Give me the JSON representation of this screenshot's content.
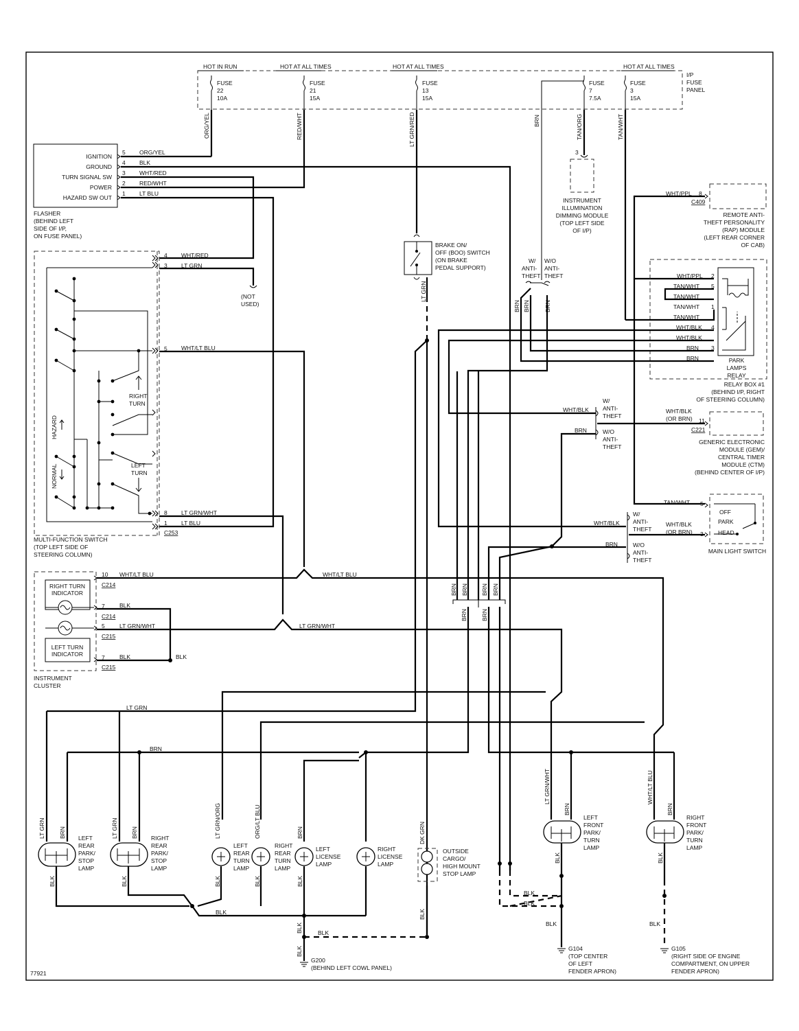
{
  "diagram_id": "77921",
  "fuse_panel": {
    "label": [
      "I/P",
      "FUSE",
      "PANEL"
    ],
    "feeds": [
      "HOT IN RUN",
      "HOT AT ALL TIMES",
      "HOT AT ALL TIMES",
      "HOT AT ALL TIMES"
    ],
    "fuses": [
      {
        "lines": [
          "FUSE",
          "22",
          "10A"
        ]
      },
      {
        "lines": [
          "FUSE",
          "21",
          "15A"
        ]
      },
      {
        "lines": [
          "FUSE",
          "13",
          "15A"
        ]
      },
      {
        "lines": [
          "FUSE",
          "7",
          "7.5A"
        ]
      },
      {
        "lines": [
          "FUSE",
          "3",
          "15A"
        ]
      }
    ]
  },
  "flasher": {
    "pins": [
      {
        "name": "IGNITION",
        "num": "5",
        "wire": "ORG/YEL"
      },
      {
        "name": "GROUND",
        "num": "4",
        "wire": "BLK"
      },
      {
        "name": "TURN SIGNAL SW",
        "num": "3",
        "wire": "WHT/RED"
      },
      {
        "name": "POWER",
        "num": "2",
        "wire": "RED/WHT"
      },
      {
        "name": "HAZARD SW OUT",
        "num": "1",
        "wire": "LT BLU"
      }
    ],
    "label": [
      "FLASHER",
      "(BEHIND LEFT",
      "SIDE OF I/P,",
      "ON FUSE PANEL)"
    ]
  },
  "multifunction": {
    "pins": [
      {
        "num": "4",
        "wire": "WHT/RED"
      },
      {
        "num": "3",
        "wire": "LT GRN"
      },
      {
        "num": "5",
        "wire": "WHT/LT BLU"
      },
      {
        "num": "8",
        "wire": "LT GRN/WHT"
      },
      {
        "num": "1",
        "wire": "LT BLU"
      }
    ],
    "connector": "C253",
    "labels": {
      "right_turn": [
        "RIGHT",
        "TURN"
      ],
      "left_turn": [
        "LEFT",
        "TURN"
      ],
      "hazard": "HAZARD",
      "normal": "NORMAL",
      "not_used": [
        "(NOT",
        "USED)"
      ]
    },
    "label": [
      "MULTI-FUNCTION SWITCH",
      "(TOP LEFT SIDE OF",
      "STEERING COLUMN)"
    ]
  },
  "vertical_wires": {
    "fuse22": "ORG/YEL",
    "fuse21": "RED/WHT",
    "fuse13": "LT GRN/RED",
    "brn": "BRN",
    "fuse7": "TAN/ORG",
    "fuse3": "TAN/WHT",
    "boo_out": "LT GRN"
  },
  "illum_module": {
    "pin": "3",
    "label": [
      "INSTRUMENT",
      "ILLUMINATION",
      "DIMMING MODULE",
      "(TOP LEFT SIDE",
      "OF I/P)"
    ]
  },
  "boo_switch": {
    "label": [
      "BRAKE ON/",
      "OFF (BOO) SWITCH",
      "(ON BRAKE",
      "PEDAL SUPPORT)"
    ]
  },
  "rap_module": {
    "wire": "WHT/PPL",
    "pin": "8",
    "connector": "C409",
    "label": [
      "REMOTE ANTI-",
      "THEFT PERSONALITY",
      "(RAP) MODULE",
      "(LEFT REAR CORNER",
      "OF CAB)"
    ]
  },
  "relay_box": {
    "wires": [
      {
        "wire": "WHT/PPL",
        "pin": "2"
      },
      {
        "wire": "TAN/WHT",
        "pin": "5"
      },
      {
        "wire": "TAN/WHT",
        "pin": ""
      },
      {
        "wire": "TAN/WHT",
        "pin": "1"
      },
      {
        "wire": "TAN/WHT",
        "pin": ""
      },
      {
        "wire": "WHT/BLK",
        "pin": "4"
      },
      {
        "wire": "WHT/BLK",
        "pin": ""
      },
      {
        "wire": "BRN",
        "pin": "3"
      },
      {
        "wire": "BRN",
        "pin": ""
      }
    ],
    "relay_label": [
      "PARK",
      "LAMPS",
      "RELAY"
    ],
    "label": [
      "RELAY BOX #1",
      "(BEHIND I/P, RIGHT",
      "OF STEERING COLUMN)"
    ]
  },
  "options": {
    "with": [
      "W/",
      "ANTI-",
      "THEFT"
    ],
    "without": [
      "W/O",
      "ANTI-",
      "THEFT"
    ]
  },
  "gem": {
    "wire_top": "WHT/BLK",
    "wire_brn": "BRN",
    "gem_wire": [
      "WHT/BLK",
      "(OR BRN)"
    ],
    "pin": "11",
    "connector": "C221",
    "label": [
      "GENERIC ELECTRONIC",
      "MODULE (GEM)/",
      "CENTRAL TIMER",
      "MODULE (CTM)",
      "(BEHIND CENTER OF I/P)"
    ]
  },
  "main_light_switch": {
    "wire_tan": "TAN/WHT",
    "pin_tan": "5",
    "wire_out": [
      "WHT/BLK",
      "(OR BRN)"
    ],
    "pin_out": "3",
    "wire_whtblk": "WHT/BLK",
    "wire_brn": "BRN",
    "positions": [
      "OFF",
      "PARK",
      "HEAD"
    ],
    "label": "MAIN LIGHT SWITCH"
  },
  "cluster": {
    "rows": [
      {
        "num": "10",
        "wire": "WHT/LT BLU",
        "connector": "C214"
      },
      {
        "num": "7",
        "wire": "BLK",
        "connector": "C214"
      },
      {
        "num": "5",
        "wire": "LT GRN/WHT",
        "connector": "C215"
      },
      {
        "num": "7",
        "wire": "BLK",
        "connector": "C215"
      }
    ],
    "right_indicator": [
      "RIGHT TURN",
      "INDICATOR"
    ],
    "left_indicator": [
      "LEFT TURN",
      "INDICATOR"
    ],
    "crossover_wires": {
      "wht_lt_blu": "WHT/LT BLU",
      "lt_grn_wht": "LT GRN/WHT",
      "blk": "BLK"
    },
    "label": [
      "INSTRUMENT",
      "CLUSTER"
    ]
  },
  "splice_brn": [
    "BRN",
    "BRN",
    "BRN",
    "BRN",
    "BRN",
    "BRN"
  ],
  "bus_labels": {
    "lt_grn": "LT GRN",
    "brn": "BRN",
    "blk": "BLK"
  },
  "lamps": [
    {
      "wires": [
        "LT GRN",
        "BRN"
      ],
      "ground": "BLK",
      "label": [
        "LEFT",
        "REAR",
        "PARK/",
        "STOP",
        "LAMP"
      ]
    },
    {
      "wires": [
        "LT GRN",
        "BRN"
      ],
      "ground": "BLK",
      "label": [
        "RIGHT",
        "REAR",
        "PARK/",
        "STOP",
        "LAMP"
      ]
    },
    {
      "wires": [
        "LT GRN/ORG"
      ],
      "ground": "BLK",
      "label": [
        "LEFT",
        "REAR",
        "TURN",
        "LAMP"
      ]
    },
    {
      "wires": [
        "ORG/LT BLU"
      ],
      "ground": "BLK",
      "label": [
        "RIGHT",
        "REAR",
        "TURN",
        "LAMP"
      ]
    },
    {
      "wires": [
        "BRN"
      ],
      "ground": "BLK",
      "label": [
        "LEFT",
        "LICENSE",
        "LAMP"
      ]
    },
    {
      "wires": [],
      "ground": "",
      "label": [
        "RIGHT",
        "LICENSE",
        "LAMP"
      ]
    },
    {
      "wires": [
        "DK GRN"
      ],
      "ground": "BLK",
      "label": [
        "OUTSIDE",
        "CARGO/",
        "HIGH MOUNT",
        "STOP LAMP"
      ]
    },
    {
      "wires": [
        "LT GRN/WHT",
        "BRN"
      ],
      "ground": "BLK",
      "label": [
        "LEFT",
        "FRONT",
        "PARK/",
        "TURN",
        "LAMP"
      ]
    },
    {
      "wires": [
        "WHT/LT BLU",
        "BRN"
      ],
      "ground": "BLK",
      "label": [
        "RIGHT",
        "FRONT",
        "PARK/",
        "TURN",
        "LAMP"
      ]
    }
  ],
  "grounds": {
    "g200": {
      "id": "G200",
      "wires": [
        "BLK",
        "BLK",
        "BLK",
        "BLK"
      ],
      "label": "(BEHIND LEFT COWL PANEL)"
    },
    "g104": {
      "id": "G104",
      "wires": [
        "BLK",
        "BLK",
        "BLK"
      ],
      "label": [
        "(TOP CENTER",
        "OF LEFT",
        "FENDER APRON)"
      ]
    },
    "g105": {
      "id": "G105",
      "wires": [
        "BLK"
      ],
      "label": [
        "(RIGHT SIDE OF ENGINE",
        "COMPARTMENT, ON UPPER",
        "FENDER APRON)"
      ]
    }
  }
}
